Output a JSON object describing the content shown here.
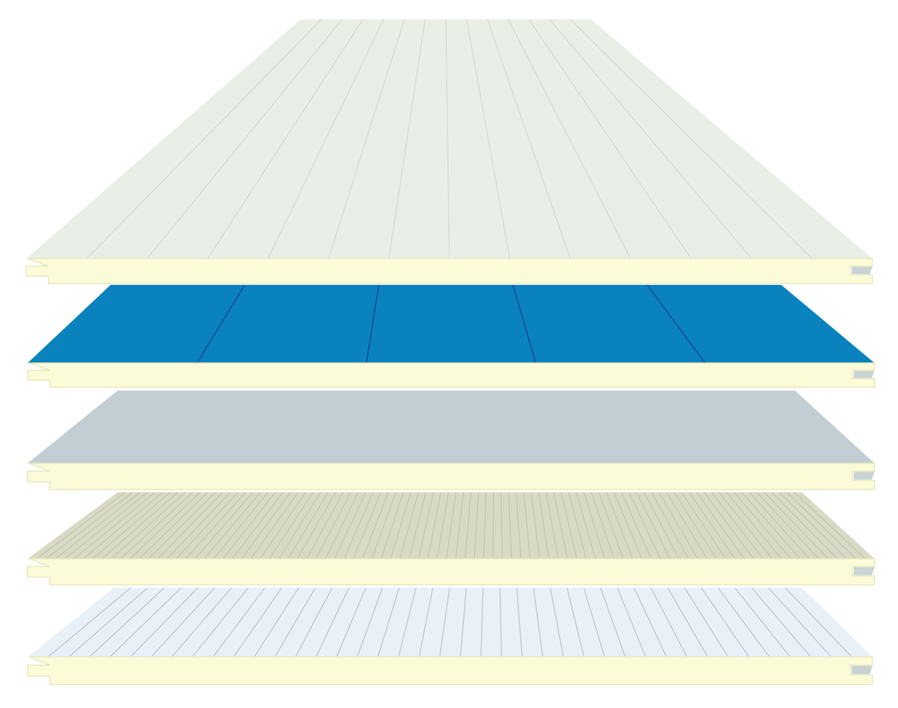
{
  "panels": [
    {
      "name": "ribbed-light-green",
      "face_color": "#e9efe6",
      "groove_color": "#cfd8d6",
      "grooves": 13
    },
    {
      "name": "flat-blue",
      "face_color": "#0a82bd",
      "groove_color": "#0c3c8e",
      "grooves": 4
    },
    {
      "name": "smooth-grey",
      "face_color": "#c2ced3",
      "groove_color": "#b0bcc2",
      "grooves": 0
    },
    {
      "name": "micro-ribbed-beige",
      "face_color": "#d9dac6",
      "groove_color": "#c4c6ae",
      "grooves": 90
    },
    {
      "name": "ribbed-white",
      "face_color": "#eaf0f8",
      "groove_color": "#b9c3d3",
      "grooves": 40
    }
  ],
  "core_color": "#fbfbd8",
  "core_shadow": "#e6e7bd"
}
